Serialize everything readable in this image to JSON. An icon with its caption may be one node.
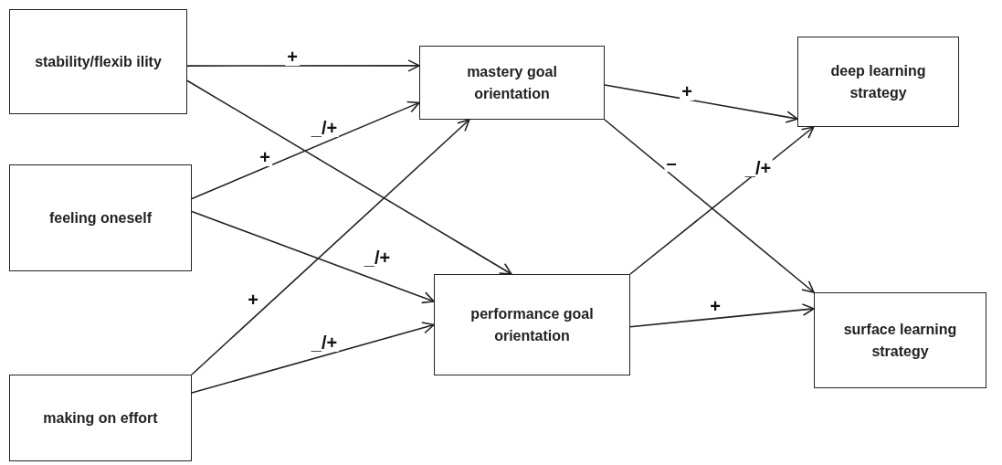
{
  "diagram": {
    "nodes": [
      {
        "text": [
          "stability/flexib ility"
        ]
      },
      {
        "text": [
          "feeling oneself"
        ]
      },
      {
        "text": [
          "making on effort"
        ]
      },
      {
        "text": [
          "mastery goal orientation"
        ]
      },
      {
        "text": [
          "performance goal orientation"
        ]
      },
      {
        "text": [
          "deep learning strategy"
        ]
      },
      {
        "text": [
          "surface learning strategy"
        ]
      }
    ],
    "edges": [
      {
        "from": 0,
        "to": 3,
        "arrow": "to",
        "label": "+"
      },
      {
        "from": 0,
        "to": 4,
        "arrow": "to",
        "label": "_/+"
      },
      {
        "from": 1,
        "to": 3,
        "arrow": "to",
        "label": "+"
      },
      {
        "from": 1,
        "to": 4,
        "arrow": "to",
        "label": "_/+"
      },
      {
        "from": 2,
        "to": 3,
        "arrow": "to",
        "label": "+"
      },
      {
        "from": 2,
        "to": 4,
        "arrow": "to",
        "label": "_/+"
      },
      {
        "from": 3,
        "to": 5,
        "arrow": "to",
        "label": "+"
      },
      {
        "from": 3,
        "to": 6,
        "arrow": "to",
        "label": "–"
      },
      {
        "from": 4,
        "to": 5,
        "arrow": "to",
        "label": "_/+"
      },
      {
        "from": 4,
        "to": 6,
        "arrow": "to",
        "label": "+"
      }
    ]
  }
}
